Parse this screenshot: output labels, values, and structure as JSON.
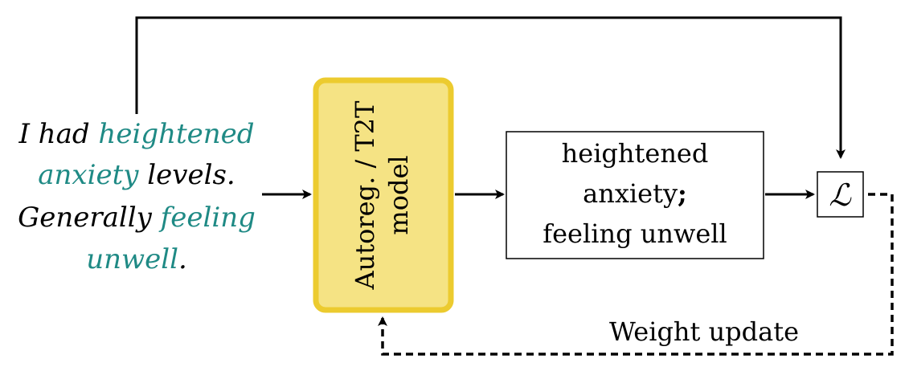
{
  "colors": {
    "highlight": "#1f8a85",
    "model_fill": "#f5e384",
    "model_stroke": "#eccb2f",
    "text": "#000000",
    "line": "#000000"
  },
  "input": {
    "line1": {
      "t1": "I had ",
      "t2": "heightened"
    },
    "line2": {
      "t1": "anxiety",
      "t2": " levels."
    },
    "line3": {
      "t1": "Generally ",
      "t2": "feeling"
    },
    "line4": {
      "t1": "unwell",
      "t2": "."
    }
  },
  "model": {
    "line1": "Autoreg. / T2T",
    "line2": "model"
  },
  "output": {
    "line1": "heightened",
    "line2": "anxiety",
    "line2_sep": ";",
    "line3": "feeling unwell"
  },
  "loss_symbol": "ℒ",
  "feedback_label": "Weight update"
}
